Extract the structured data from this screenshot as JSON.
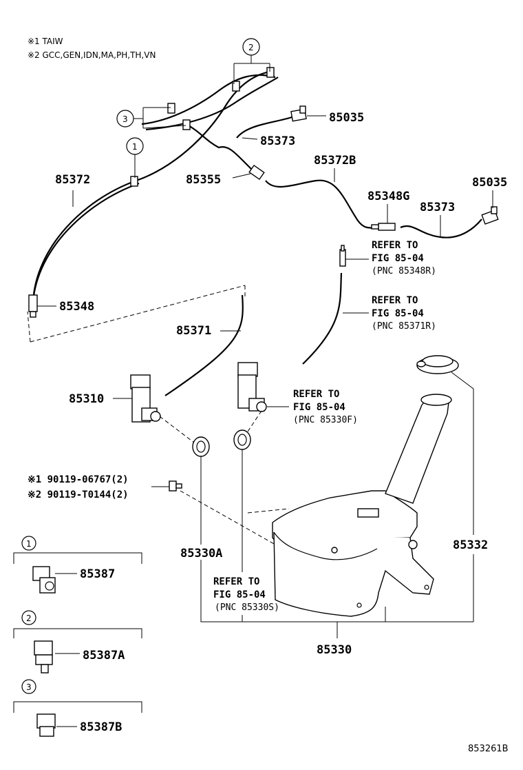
{
  "notes": [
    "※1 TAIW",
    "※2 GCC,GEN,IDN,MA,PH,TH,VN"
  ],
  "callouts": {
    "c1": "1",
    "c2": "2",
    "c3": "3"
  },
  "parts": {
    "p85035a": "85035",
    "p85373a": "85373",
    "p85372B": "85372B",
    "p85035b": "85035",
    "p85372": "85372",
    "p85355": "85355",
    "p85348G": "85348G",
    "p85373b": "85373",
    "p85348": "85348",
    "p85371": "85371",
    "p85310": "85310",
    "p85330A": "85330A",
    "p85332": "85332",
    "p85330": "85330",
    "p85387": "85387",
    "p85387A": "85387A",
    "p85387B": "85387B"
  },
  "bolts": [
    "※1 90119-06767(2)",
    "※2 90119-T0144(2)"
  ],
  "refs": {
    "r1": {
      "line1": "REFER TO",
      "line2": "FIG 85-04",
      "pnc": "(PNC 85348R)"
    },
    "r2": {
      "line1": "REFER TO",
      "line2": "FIG 85-04",
      "pnc": "(PNC 85371R)"
    },
    "r3": {
      "line1": "REFER TO",
      "line2": "FIG 85-04",
      "pnc": "(PNC 85330F)"
    },
    "r4": {
      "line1": "REFER TO",
      "line2": "FIG 85-04",
      "pnc": "(PNC 85330S)"
    }
  },
  "legend": [
    {
      "num": "1",
      "part": "85387"
    },
    {
      "num": "2",
      "part": "85387A"
    },
    {
      "num": "3",
      "part": "85387B"
    }
  ],
  "figure_id": "853261B"
}
